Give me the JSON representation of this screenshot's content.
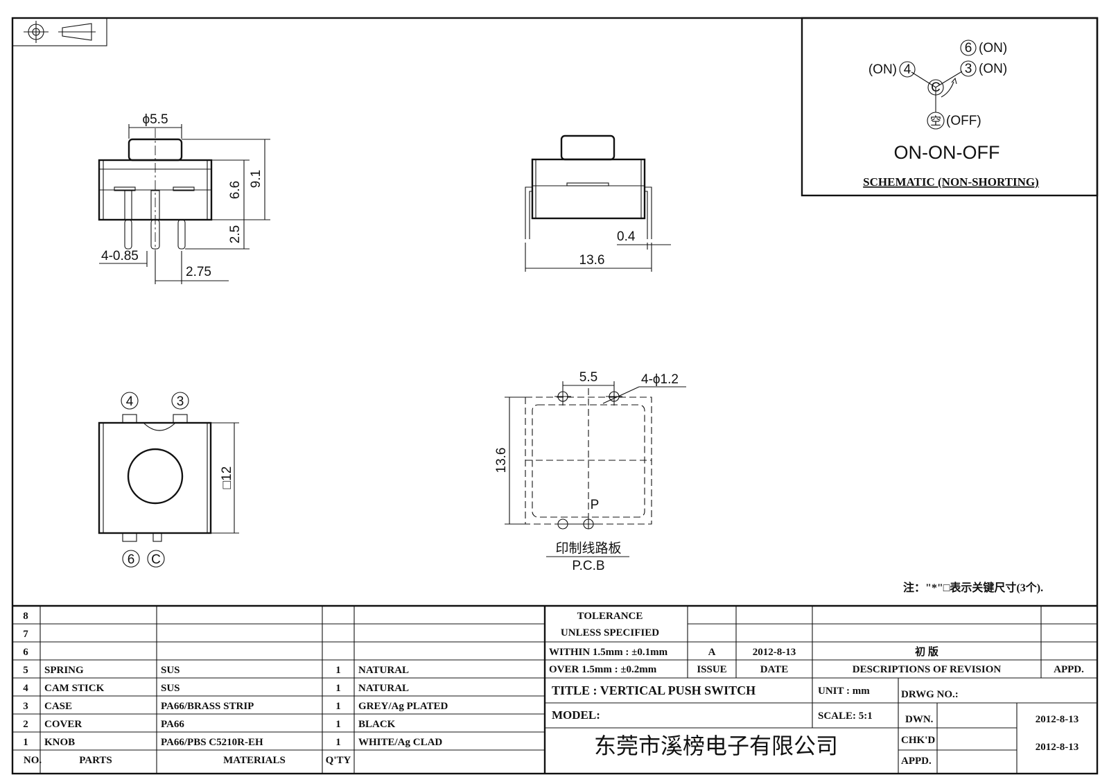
{
  "schematic": {
    "labels": {
      "p6_on": "(ON)",
      "p3_on": "(ON)",
      "p4_on": "(ON)",
      "off": "(OFF)",
      "p6": "6",
      "p3": "3",
      "p4": "4",
      "c": "C",
      "kong": "空"
    },
    "mode": "ON-ON-OFF",
    "caption": "SCHEMATIC (NON-SHORTING)"
  },
  "side_view": {
    "d_knob": "ϕ5.5",
    "h_body": "6.6",
    "h_total": "9.1",
    "pin_len": "2.5",
    "pin_dia": "4-0.85",
    "pin_pitch": "2.75"
  },
  "front_view": {
    "lead_thk": "0.4",
    "width": "13.6"
  },
  "bottom_view": {
    "pin4": "4",
    "pin3": "3",
    "pin6": "6",
    "pinc": "C",
    "size": "□12"
  },
  "pcb_view": {
    "pitch": "5.5",
    "holes": "4-ϕ1.2",
    "height": "13.6",
    "p_mark": "P",
    "label_cn": "印制线路板",
    "label_en": "P.C.B"
  },
  "note": "注：\"*\"□表示关键尺寸(3个).",
  "bom": {
    "rows": [
      {
        "no": "8",
        "part": "",
        "material": "",
        "qty": "",
        "finish": ""
      },
      {
        "no": "7",
        "part": "",
        "material": "",
        "qty": "",
        "finish": ""
      },
      {
        "no": "6",
        "part": "",
        "material": "",
        "qty": "",
        "finish": ""
      },
      {
        "no": "5",
        "part": "SPRING",
        "material": "SUS",
        "qty": "1",
        "finish": "NATURAL"
      },
      {
        "no": "4",
        "part": "CAM STICK",
        "material": "SUS",
        "qty": "1",
        "finish": "NATURAL"
      },
      {
        "no": "3",
        "part": "CASE",
        "material": "PA66/BRASS STRIP",
        "qty": "1",
        "finish": "GREY/Ag PLATED"
      },
      {
        "no": "2",
        "part": "COVER",
        "material": "PA66",
        "qty": "1",
        "finish": "BLACK"
      },
      {
        "no": "1",
        "part": "KNOB",
        "material": "PA66/PBS C5210R-EH",
        "qty": "1",
        "finish": "WHITE/Ag CLAD"
      }
    ],
    "headers": {
      "no": "NO.",
      "part": "PARTS",
      "material": "MATERIALS",
      "qty": "Q'TY"
    }
  },
  "title_block": {
    "tolerance_1": "TOLERANCE",
    "tolerance_2": "UNLESS SPECIFIED",
    "tol_within": "WITHIN 1.5mm : ±0.1mm",
    "tol_over": "OVER 1.5mm : ±0.2mm",
    "issue_val": "A",
    "issue_date": "2012-8-13",
    "rev_desc": "初 版",
    "h_issue": "ISSUE",
    "h_date": "DATE",
    "h_desc": "DESCRIPTIONS OF REVISION",
    "h_appd": "APPD.",
    "title": "TITLE : VERTICAL PUSH SWITCH",
    "unit": "UNIT : mm",
    "drwg": "DRWG NO.:",
    "model": "MODEL:",
    "scale": "SCALE: 5:1",
    "dwn": "DWN.",
    "dwn_date": "2012-8-13",
    "chkd": "CHK'D",
    "appd": "APPD.",
    "chk_date": "2012-8-13",
    "company": "东莞市溪榜电子有限公司"
  }
}
